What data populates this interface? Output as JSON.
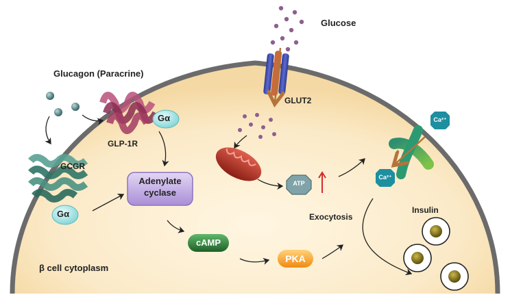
{
  "labels": {
    "glucose": "Glucose",
    "glucagon": "Glucagon (Paracrine)",
    "glut2": "GLUT2",
    "glp1r": "GLP-1R",
    "gcgr": "GCGR",
    "g_alpha_top": "Gα",
    "g_alpha_bottom": "Gα",
    "adenylate_cyclase_line1": "Adenylate",
    "adenylate_cyclase_line2": "cyclase",
    "camp": "cAMP",
    "pka": "PKA",
    "atp": "ATP",
    "ca_outside": "Ca²⁺",
    "ca_inside": "Ca²⁺",
    "exocytosis": "Exocytosis",
    "insulin": "Insulin",
    "cytoplasm": "β cell cytoplasm"
  },
  "colors": {
    "cytoplasm_center": "#fbeecf",
    "cytoplasm_edge": "#f7dfae",
    "membrane": "#6b6b6b",
    "glucose_dot": "#8e5f8f",
    "glucagon_dot": "#4d7a7c",
    "receptor_glp1r": "#9b3a5c",
    "receptor_gcgr": "#3c7a6e",
    "g_alpha": "#9fe0e2",
    "adenylate": "#c9b5e8",
    "camp": "#2f7d3a",
    "pka": "#f39a1f",
    "mitochondrion": "#b83a2c",
    "atp": "#7fa3a8",
    "ca_ion": "#1d8fa0",
    "insulin_granule": "#7b6a1e",
    "arrow": "#222222",
    "up_arrow": "#d22b2b"
  }
}
